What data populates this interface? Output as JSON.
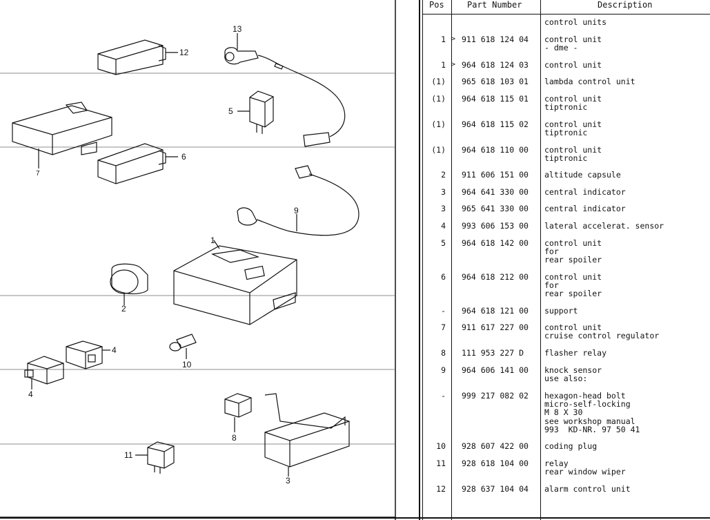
{
  "diagram": {
    "callouts": [
      "13",
      "12",
      "5",
      "7",
      "6",
      "9",
      "1",
      "2",
      "4",
      "10",
      "4",
      "8",
      "11",
      "3"
    ]
  },
  "table": {
    "headers": {
      "pos": "Pos",
      "part_number": "Part Number",
      "description": "Description"
    },
    "rows": [
      {
        "pos": "",
        "mark": "",
        "part": "",
        "desc": "control units"
      },
      {
        "pos": "1",
        "mark": ">",
        "part": "911 618 124 04",
        "desc": "control unit\n- dme -"
      },
      {
        "pos": "1",
        "mark": ">",
        "part": "964 618 124 03",
        "desc": "control unit"
      },
      {
        "pos": "(1)",
        "mark": "",
        "part": "965 618 103 01",
        "desc": "lambda control unit"
      },
      {
        "pos": "(1)",
        "mark": "",
        "part": "964 618 115 01",
        "desc": "control unit\ntiptronic"
      },
      {
        "pos": "(1)",
        "mark": "",
        "part": "964 618 115 02",
        "desc": "control unit\ntiptronic"
      },
      {
        "pos": "(1)",
        "mark": "",
        "part": "964 618 110 00",
        "desc": "control unit\ntiptronic"
      },
      {
        "pos": "2",
        "mark": "",
        "part": "911 606 151 00",
        "desc": "altitude capsule"
      },
      {
        "pos": "3",
        "mark": "",
        "part": "964 641 330 00",
        "desc": "central indicator"
      },
      {
        "pos": "3",
        "mark": "",
        "part": "965 641 330 00",
        "desc": "central indicator"
      },
      {
        "pos": "4",
        "mark": "",
        "part": "993 606 153 00",
        "desc": "lateral accelerat. sensor"
      },
      {
        "pos": "5",
        "mark": "",
        "part": "964 618 142 00",
        "desc": "control unit\nfor\nrear spoiler"
      },
      {
        "pos": "6",
        "mark": "",
        "part": "964 618 212 00",
        "desc": "control unit\nfor\nrear spoiler"
      },
      {
        "pos": "-",
        "mark": "",
        "part": "964 618 121 00",
        "desc": "support"
      },
      {
        "pos": "7",
        "mark": "",
        "part": "911 617 227 00",
        "desc": "control unit\ncruise control regulator"
      },
      {
        "pos": "8",
        "mark": "",
        "part": "111 953 227 D",
        "desc": "flasher relay"
      },
      {
        "pos": "9",
        "mark": "",
        "part": "964 606 141 00",
        "desc": "knock sensor\nuse also:"
      },
      {
        "pos": "-",
        "mark": "",
        "part": "999 217 082 02",
        "desc": "hexagon-head bolt\nmicro-self-locking\nM 8 X 30\nsee workshop manual\n993  KD-NR. 97 50 41"
      },
      {
        "pos": "10",
        "mark": "",
        "part": "928 607 422 00",
        "desc": "coding plug"
      },
      {
        "pos": "11",
        "mark": "",
        "part": "928 618 104 00",
        "desc": "relay\nrear window wiper"
      },
      {
        "pos": "12",
        "mark": "",
        "part": "928 637 104 04",
        "desc": "alarm control unit"
      }
    ]
  }
}
